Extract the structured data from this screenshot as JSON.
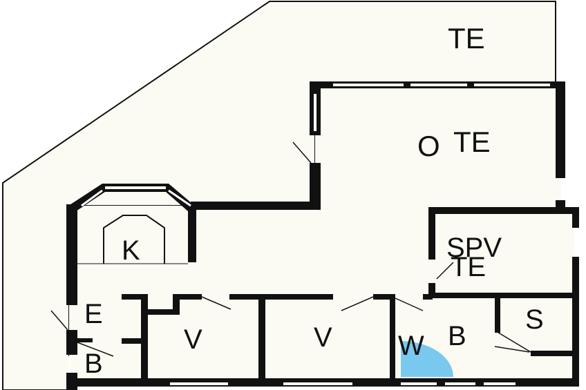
{
  "colors": {
    "wall": "#111111",
    "floor": "#fbfbf3",
    "terrace": "#fbfbf3",
    "window": "#ffffff",
    "shower": "#79c8f0"
  },
  "rooms": {
    "terrace_top": "TE",
    "covered_terrace_o": "O",
    "covered_terrace_te": "TE",
    "kitchen": "K",
    "entrance": "E",
    "bathroom_small": "B",
    "bedroom_1": "V",
    "bedroom_2": "V",
    "wc": "W",
    "bathroom": "B",
    "sauna": "S",
    "dressing_spv": "SPV",
    "dressing_te": "TE"
  }
}
